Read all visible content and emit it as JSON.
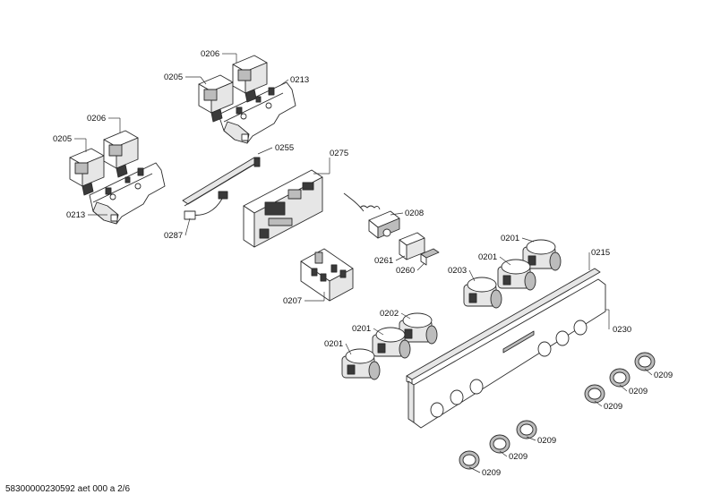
{
  "labels": {
    "p0201": "0201",
    "p0202": "0202",
    "p0203": "0203",
    "p0205": "0205",
    "p0206": "0206",
    "p0207": "0207",
    "p0208": "0208",
    "p0209": "0209",
    "p0213": "0213",
    "p0215": "0215",
    "p0230": "0230",
    "p0255": "0255",
    "p0260": "0260",
    "p0261": "0261",
    "p0275": "0275",
    "p0287": "0287"
  },
  "footer": {
    "doc_id": "58300000230592 aet 000 a 2/6"
  }
}
